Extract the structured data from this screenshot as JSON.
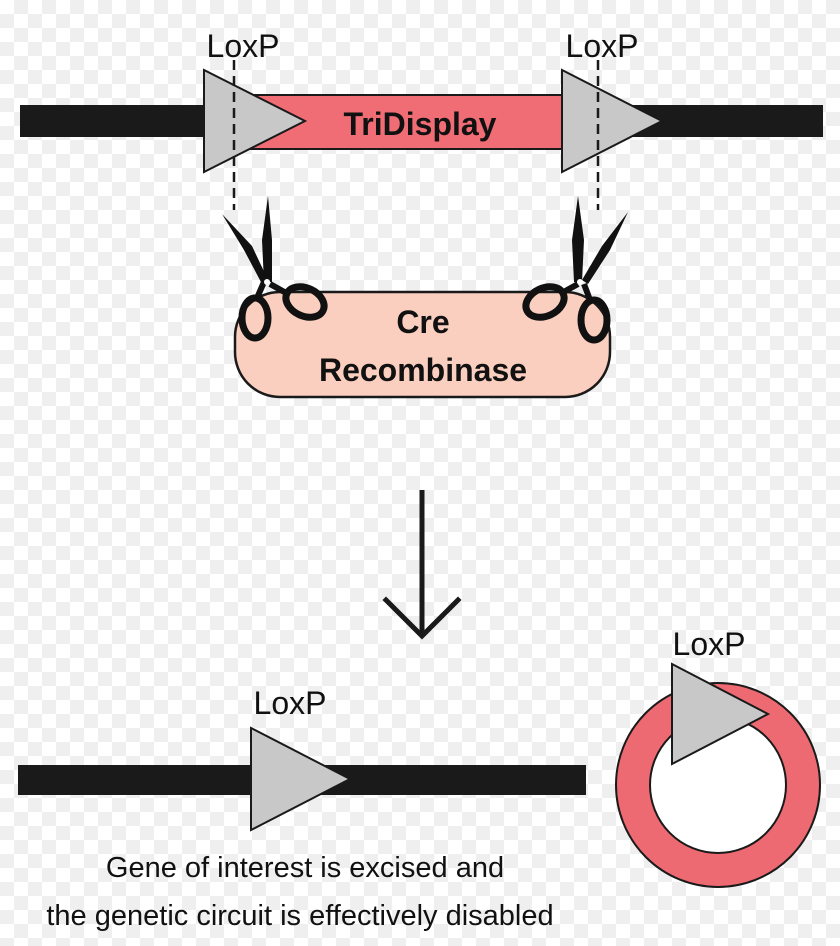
{
  "top_construct": {
    "loxp_left_label": "LoxP",
    "loxp_right_label": "LoxP",
    "gene_label": "TriDisplay"
  },
  "enzyme": {
    "line1": "Cre",
    "line2": "Recombinase"
  },
  "result": {
    "loxp_linear_label": "LoxP",
    "loxp_circle_label": "LoxP",
    "caption_line1": "Gene of interest is excised and",
    "caption_line2": "the genetic circuit is effectively disabled"
  },
  "colors": {
    "dna": "#1a1a1a",
    "gene_fill": "#f06d75",
    "loxp_fill": "#c8c8c8",
    "enzyme_fill": "#fbcfc0",
    "circle_ring": "#ee6a72"
  },
  "icons": [
    "scissors-icon",
    "down-arrow-icon",
    "loxp-triangle-icon"
  ]
}
